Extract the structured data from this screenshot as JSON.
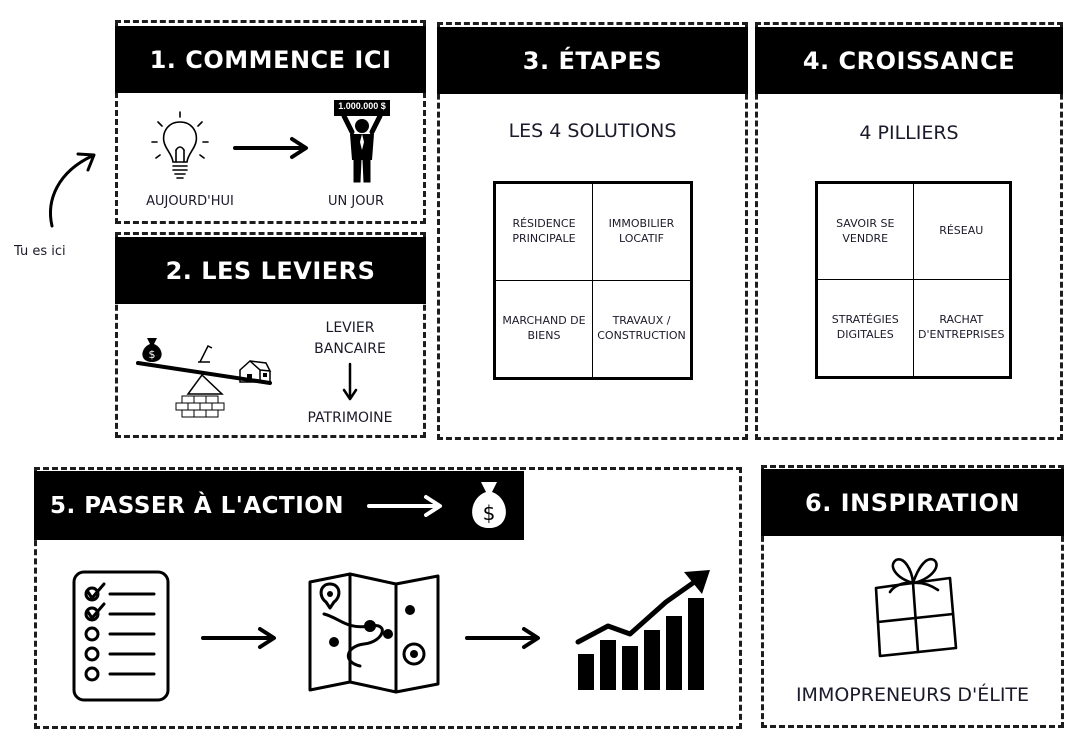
{
  "annotation": {
    "you_are_here": "Tu es ici"
  },
  "card1": {
    "title": "1. COMMENCE ICI",
    "today": "AUJOURD'HUI",
    "one_day": "UN JOUR",
    "sign_amount": "1.000.000 $"
  },
  "card2": {
    "title": "2. LES LEVIERS",
    "lever_line1": "LEVIER",
    "lever_line2": "BANCAIRE",
    "result": "PATRIMOINE"
  },
  "card3": {
    "title": "3. ÉTAPES",
    "subtitle": "LES 4 SOLUTIONS",
    "cells": [
      "RÉSIDENCE PRINCIPALE",
      "IMMOBILIER LOCATIF",
      "MARCHAND DE BIENS",
      "TRAVAUX / CONSTRUCTION"
    ]
  },
  "card4": {
    "title": "4. CROISSANCE",
    "subtitle": "4 PILLIERS",
    "cells": [
      "SAVOIR SE VENDRE",
      "RÉSEAU",
      "STRATÉGIES DIGITALES",
      "RACHAT D'ENTREPRISES"
    ]
  },
  "card5": {
    "title": "5. PASSER À L'ACTION",
    "money_symbol": "$"
  },
  "card6": {
    "title": "6. INSPIRATION",
    "caption": "IMMOPRENEURS D'ÉLITE"
  },
  "icons": [
    "curved-arrow-icon",
    "lightbulb-icon",
    "arrow-right-icon",
    "millionaire-icon",
    "seesaw-icon",
    "money-bag-icon",
    "house-icon",
    "arrow-down-icon",
    "checklist-icon",
    "map-icon",
    "growth-chart-icon",
    "gift-icon"
  ]
}
